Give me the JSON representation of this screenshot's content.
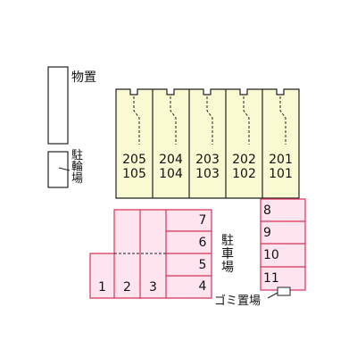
{
  "colors": {
    "building_fill": "#fafad2",
    "parking_fill": "#fde4ee",
    "parking_stroke": "#d6335a",
    "line": "#222222"
  },
  "labels": {
    "storage": "物置",
    "bicycle_parking": "駐輪場",
    "car_parking": "駐車場",
    "garbage": "ゴミ置場"
  },
  "units": [
    {
      "upper": "205",
      "lower": "105"
    },
    {
      "upper": "204",
      "lower": "104"
    },
    {
      "upper": "203",
      "lower": "103"
    },
    {
      "upper": "202",
      "lower": "102"
    },
    {
      "upper": "201",
      "lower": "101"
    }
  ],
  "parking_left": [
    "1",
    "2",
    "3"
  ],
  "parking_middle": [
    "7",
    "6",
    "5",
    "4"
  ],
  "parking_right": [
    "8",
    "9",
    "10",
    "11"
  ]
}
